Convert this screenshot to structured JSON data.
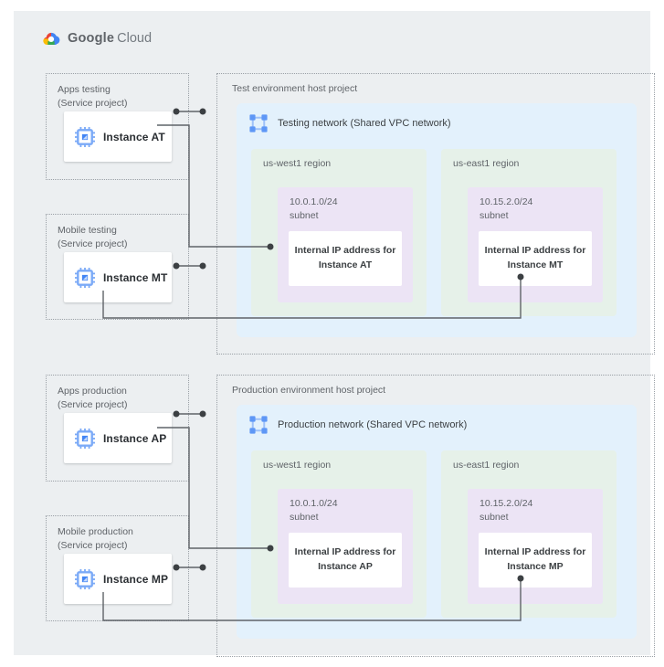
{
  "logo": {
    "text_primary": "Google",
    "text_secondary": "Cloud"
  },
  "colors": {
    "canvas_bg": "#eceff1",
    "network_box": "#e3f1fc",
    "region_box": "#e6f1e9",
    "subnet_box": "#ece4f5",
    "card_bg": "#ffffff",
    "connector_line": "#5f6368",
    "dashed_border": "#9aa0a6",
    "icon_blue": "#4285f4",
    "icon_blue_light": "#7baaf7"
  },
  "service_projects": [
    {
      "title": "Apps testing",
      "subtitle": "(Service project)",
      "instance_label": "Instance AT"
    },
    {
      "title": "Mobile testing",
      "subtitle": "(Service project)",
      "instance_label": "Instance MT"
    },
    {
      "title": "Apps production",
      "subtitle": "(Service project)",
      "instance_label": "Instance AP"
    },
    {
      "title": "Mobile production",
      "subtitle": "(Service project)",
      "instance_label": "Instance MP"
    }
  ],
  "host_projects": [
    {
      "title": "Test environment host project",
      "network_label": "Testing network (Shared VPC network)",
      "regions": [
        {
          "name": "us-west1 region",
          "cidr": "10.0.1.0/24",
          "subnet_word": "subnet",
          "ip_line1": "Internal IP address for",
          "ip_line2": "Instance AT"
        },
        {
          "name": "us-east1 region",
          "cidr": "10.15.2.0/24",
          "subnet_word": "subnet",
          "ip_line1": "Internal IP address for",
          "ip_line2": "Instance MT"
        }
      ]
    },
    {
      "title": "Production environment host project",
      "network_label": "Production network (Shared VPC network)",
      "regions": [
        {
          "name": "us-west1 region",
          "cidr": "10.0.1.0/24",
          "subnet_word": "subnet",
          "ip_line1": "Internal IP address for",
          "ip_line2": "Instance AP"
        },
        {
          "name": "us-east1 region",
          "cidr": "10.15.2.0/24",
          "subnet_word": "subnet",
          "ip_line1": "Internal IP address for",
          "ip_line2": "Instance MP"
        }
      ]
    }
  ]
}
